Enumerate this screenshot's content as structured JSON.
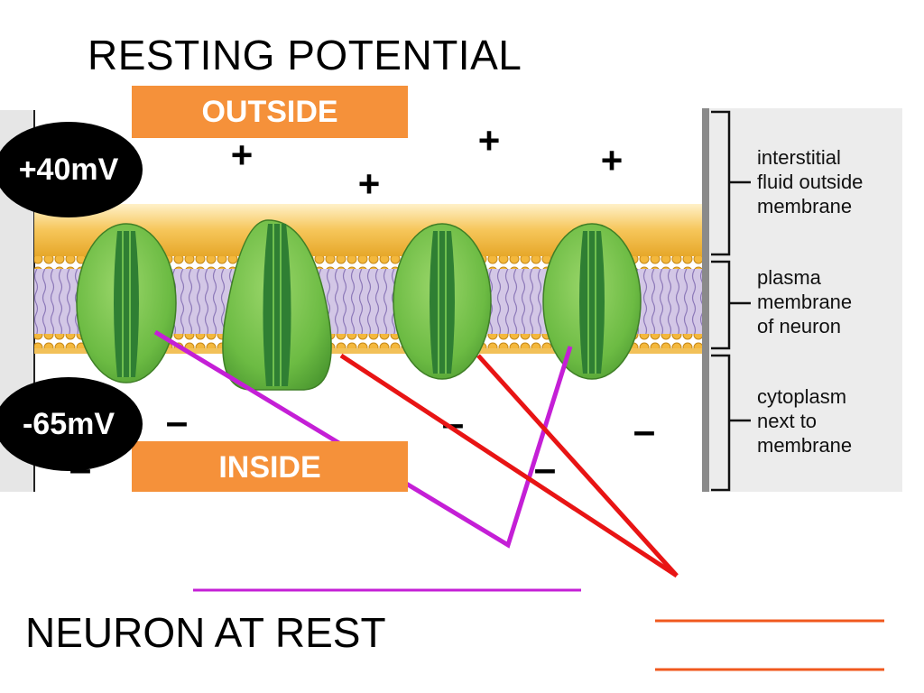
{
  "title": "RESTING POTENTIAL",
  "footer": "NEURON AT REST",
  "labels": {
    "outside": "OUTSIDE",
    "inside": "INSIDE",
    "outside_voltage": "+40mV",
    "inside_voltage": "-65mV"
  },
  "charges": {
    "positive": "+",
    "negative": "–"
  },
  "side_annotations": [
    {
      "lines": [
        "interstitial",
        "fluid outside",
        "membrane"
      ]
    },
    {
      "lines": [
        "plasma",
        "membrane",
        "of neuron"
      ]
    },
    {
      "lines": [
        "cytoplasm",
        "next to",
        "membrane"
      ]
    }
  ],
  "colors": {
    "orange_label": "#f5913a",
    "purple_line": "#c41fd6",
    "red_line": "#e81414",
    "orange_blank": "#f0581e",
    "protein_green": "#6fbe44",
    "lipid_orange": "#f3b236",
    "lipid_tail": "#9a86c2"
  }
}
